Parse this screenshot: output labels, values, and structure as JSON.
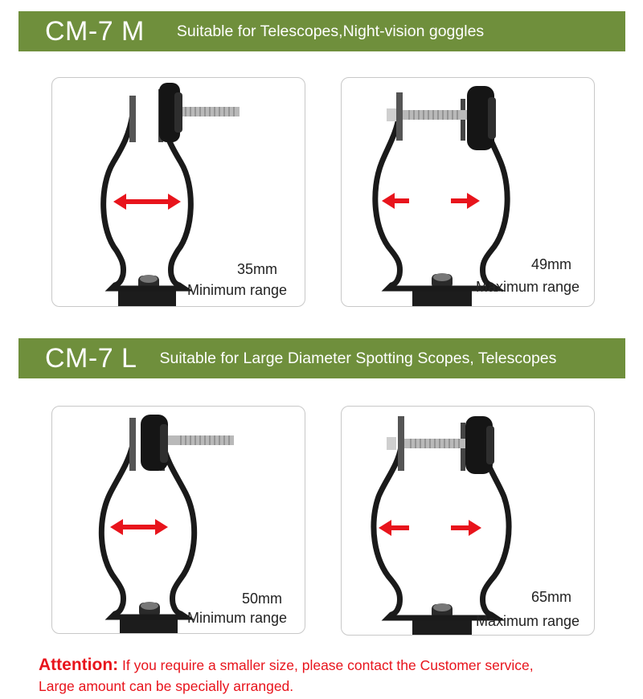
{
  "sections": [
    {
      "model": "CM-7 M",
      "description": "Suitable for Telescopes,Night-vision goggles",
      "cards": [
        {
          "size": "35mm",
          "range": "Minimum range"
        },
        {
          "size": "49mm",
          "range": "Maximum range"
        }
      ]
    },
    {
      "model": "CM-7 L",
      "description": "Suitable for Large Diameter Spotting Scopes, Telescopes",
      "cards": [
        {
          "size": "50mm",
          "range": "Minimum range"
        },
        {
          "size": "65mm",
          "range": "Maximum range"
        }
      ]
    }
  ],
  "attention": {
    "label": "Attention:",
    "line1": "If you require a smaller size, please contact the Customer service,",
    "line2": "Large amount can be specially arranged."
  },
  "colors": {
    "banner": "#6f8f3c",
    "arrow": "#e8141c",
    "attention_text": "#e8141c"
  },
  "icons": {
    "clamp": "clamp-icon",
    "arrow": "arrow-icon"
  }
}
